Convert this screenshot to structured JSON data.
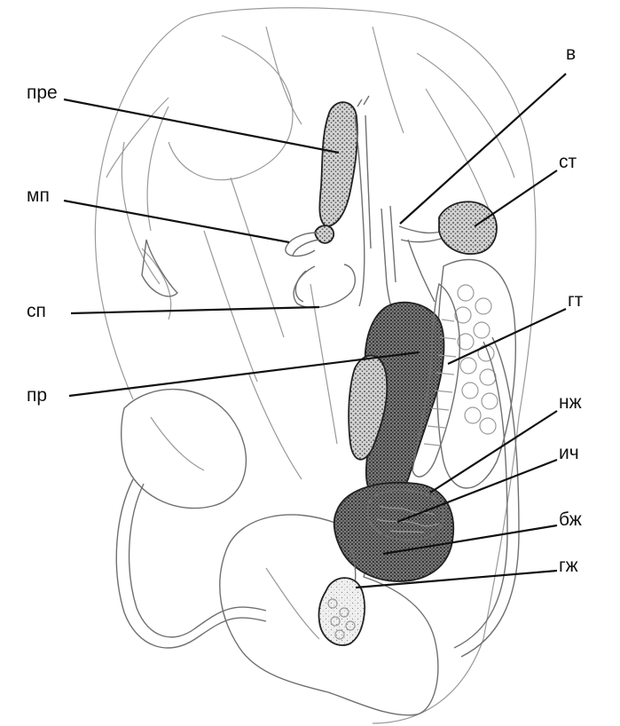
{
  "labels": {
    "pre": "пре",
    "mp": "мп",
    "sp": "сп",
    "pr": "пр",
    "v": "в",
    "st": "ст",
    "gt": "гт",
    "nzh": "нж",
    "ich": "ич",
    "bzh": "бж",
    "gzh": "гж"
  },
  "colors": {
    "ink": "#111111",
    "organ_fill": "#bdbdbd",
    "faint_line": "#9a9a9a"
  }
}
